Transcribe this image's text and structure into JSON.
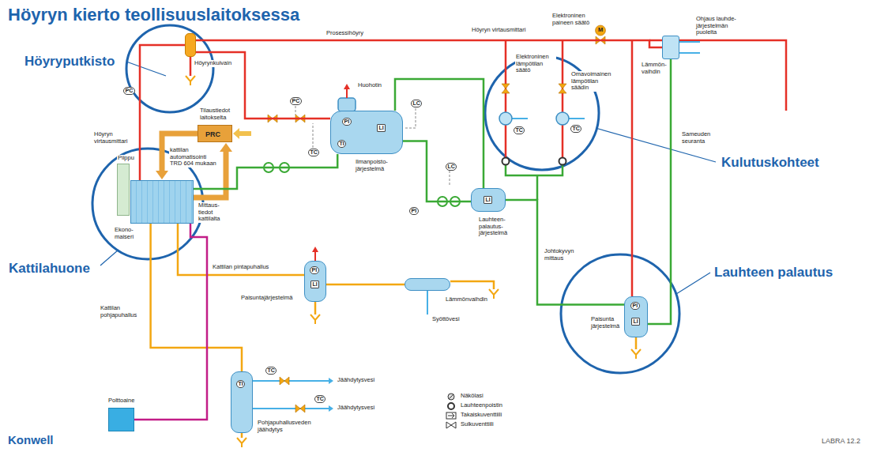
{
  "diagram": {
    "title": "Höyryn kierto teollisuuslaitoksessa",
    "nodes": [
      {
        "text": [
          "Piippu"
        ]
      },
      {
        "text": [
          "Ekono- maiseri"
        ]
      },
      {
        "text": [
          "Höyrynkuivain"
        ]
      },
      {
        "text": [
          "PRC"
        ]
      },
      {
        "text": [
          "PI",
          "LI",
          "TI",
          "Ilmanpoisto- järjestelmä"
        ]
      },
      {
        "text": [
          "LI",
          "Lauhteen- palautus- järjestelmä"
        ]
      },
      {
        "text": [
          "PI",
          "LI",
          "Paisuntajärjestelmä"
        ]
      },
      {
        "text": [
          "Lämmönvaihdin"
        ]
      },
      {
        "text": [
          "TI",
          "Pohjapuhallusveden jäähdytys"
        ]
      },
      {
        "text": [
          "Polttoaine"
        ]
      },
      {
        "text": [
          "PI",
          "LI",
          "Paisunta järjestelmä"
        ]
      },
      {
        "text": [
          "Lämmön- vaihdin"
        ]
      }
    ],
    "edges": [
      {
        "from": 1,
        "to": 2,
        "arrow": "none"
      },
      {
        "from": 2,
        "to": 4,
        "arrow": "none"
      },
      {
        "from": 4,
        "to": 1,
        "arrow": "none"
      },
      {
        "from": 5,
        "to": 4,
        "arrow": "none"
      },
      {
        "from": 1,
        "to": 6,
        "label": "Kattilan pintapuhallus",
        "arrow": "none"
      },
      {
        "from": 1,
        "to": 8,
        "label": "Kattilan pohjapuhallus",
        "arrow": "none"
      },
      {
        "from": 9,
        "to": 1,
        "arrow": "none"
      },
      {
        "from": 6,
        "to": 7,
        "arrow": "none"
      },
      {
        "from": 10,
        "to": 5,
        "arrow": "none"
      },
      {
        "from": 2,
        "to": 11,
        "label": "Prosessihöyry",
        "arrow": "none"
      }
    ],
    "labels": [
      "Höyryputkisto",
      "Kattilahuone",
      "Kulutuskohteet",
      "Lauhteen palautus",
      "PC",
      "Höyryn virtausmittari",
      "Tilaustiedot laitokselta",
      "kattilan automatisointi TRD 604 mukaan",
      "Mittaus- tiedot kattilalta",
      "Huohotin",
      "PC",
      "TC",
      "LC",
      "LC",
      "PI",
      "Höyryn virtausmittari",
      "Elektroninen paineen säätö",
      "M",
      "Ohjaus lauhde- järjestelmän puolelta",
      "Elektroninen lämpötilan säätö",
      "TC",
      "Omavoimainen lämpötilan säädin",
      "TC",
      "Sameuden seuranta",
      "Johtokyvyn mittaus",
      "Syöttövesi",
      "Jäähdytysvesi",
      "Jäähdytysvesi",
      "TC",
      "TC",
      "Konwell",
      "LABRA 12.2"
    ],
    "legend": [
      {
        "text": "Näkölasi"
      },
      {
        "text": "Lauhteenpoistin"
      },
      {
        "text": "Takaiskuventtiili"
      },
      {
        "text": "Sulkuventtiili"
      }
    ]
  }
}
